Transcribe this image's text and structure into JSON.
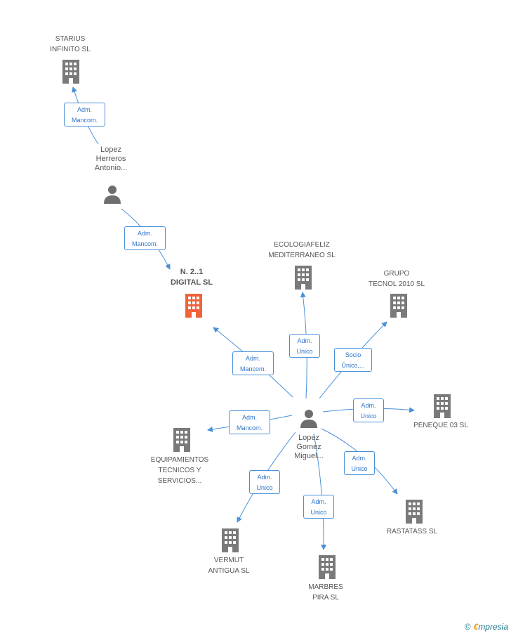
{
  "colors": {
    "focus_company": "#f0633a",
    "company": "#7a7a7a",
    "person": "#6e6e6e",
    "edge": "#4a90d9",
    "label_text": "#2f74c8"
  },
  "companies": {
    "starius": "STARIUS\nINFINITO SL",
    "n21": "N. 2..1\nDIGITAL  SL",
    "ecologiafeliz": "ECOLOGIAFELIZ\nMEDITERRANEO SL",
    "grupo_tecnol": "GRUPO\nTECNOL 2010 SL",
    "peneque": "PENEQUE 03 SL",
    "equipamientos": "EQUIPAMIENTOS\nTECNICOS Y\nSERVICIOS...",
    "rastatass": "RASTATASS SL",
    "vermut": "VERMUT\nANTIGUA SL",
    "marbres": "MARBRES\nPIRA SL"
  },
  "persons": {
    "lopez_herreros": "Lopez\nHerreros\nAntonio...",
    "lopez_gomez": "Lopez\nGomez\nMiguel..."
  },
  "relations": {
    "r_starius": "Adm.\nMancom.",
    "r_n21_herreros": "Adm.\nMancom.",
    "r_n21_gomez": "Adm.\nMancom.",
    "r_ecologia": "Adm.\nUnico",
    "r_tecnol": "Socio\nÚnico,...",
    "r_peneque": "Adm.\nUnico",
    "r_equip": "Adm.\nMancom.",
    "r_rastatass": "Adm.\nUnico",
    "r_vermut": "Adm.\nUnico",
    "r_marbres": "Adm.\nUnico"
  },
  "brand": {
    "copyright": "©",
    "e": "€",
    "name": "mpresia"
  }
}
